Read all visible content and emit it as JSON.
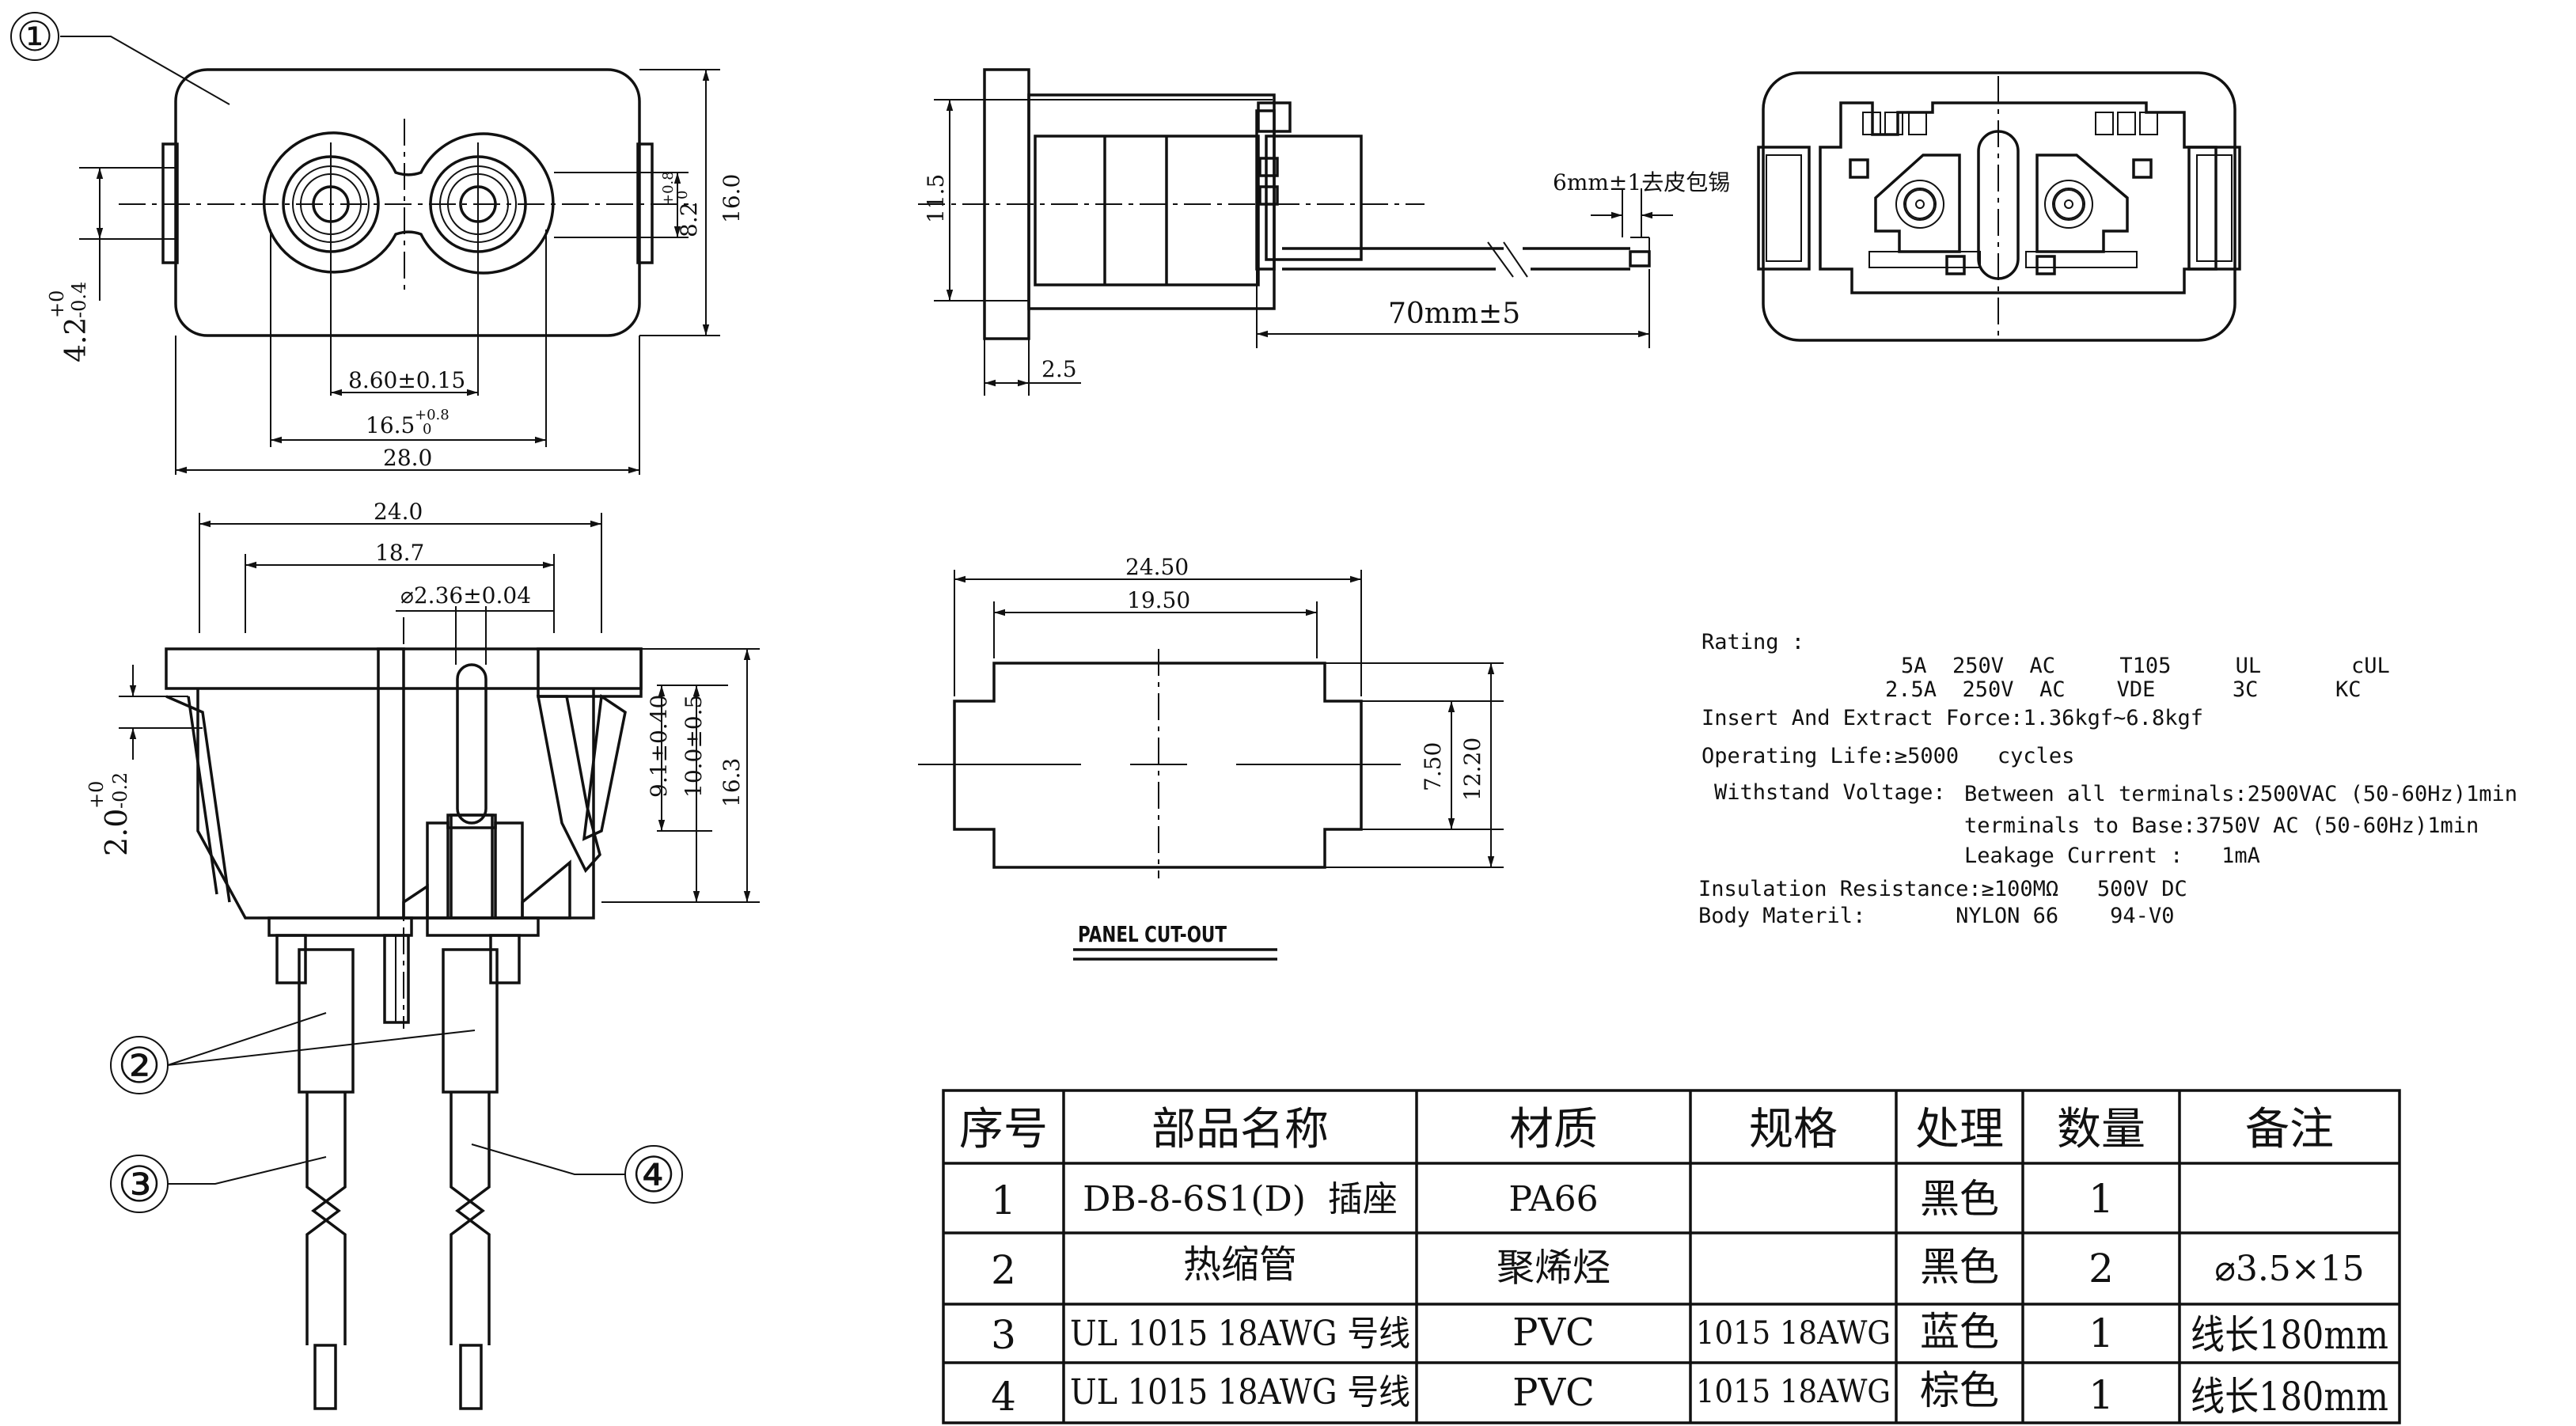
{
  "balloons": {
    "b1": "①",
    "b2": "②",
    "b3": "③",
    "b4": "④"
  },
  "dims": {
    "front_pin_spacing": "8.60±0.15",
    "front_opening_width": "16.5",
    "front_opening_width_tol": "+0.8",
    "front_opening_width_tol_low": "0",
    "front_width": "28.0",
    "front_height": "16.0",
    "front_opening_height": "8.2",
    "front_opening_height_tol": "+0.8",
    "front_opening_height_tol_low": "0",
    "front_flange_thickness": "4.2",
    "front_flange_thickness_tol": "+0",
    "front_flange_thickness_tol_low": "-0.4",
    "side_height": "11.5",
    "side_flange": "2.5",
    "side_wire_length": "70mm±5",
    "side_strip_note": "6mm±1去皮包锡",
    "sec_width_outer": "24.0",
    "sec_width_inner": "18.7",
    "sec_pin_dia": "⌀2.36±0.04",
    "sec_height_1": "9.1±0.40",
    "sec_height_2": "10.0±0.5",
    "sec_height_3": "16.3",
    "sec_latch": "2.0",
    "sec_latch_tol": "+0",
    "sec_latch_tol_low": "-0.2",
    "cut_width_outer": "24.50",
    "cut_width_inner": "19.50",
    "cut_height_inner": "7.50",
    "cut_height_outer": "12.20",
    "cut_label": "PANEL CUT-OUT"
  },
  "specs": {
    "rating_label": "Rating :",
    "rating_row1": "5A  250V  AC     T105     UL       cUL",
    "rating_row2": "2.5A  250V  AC    VDE      3C      KC",
    "insert_force": "Insert And Extract Force:1.36kgf~6.8kgf",
    "operating_life": "Operating Life:≥5000   cycles",
    "withstand_label": "Withstand Voltage:",
    "withstand_1": "Between all terminals:2500VAC (50-60Hz)1min",
    "withstand_2": "terminals to Base:3750V AC (50-60Hz)1min",
    "leakage": "Leakage Current :   1mA",
    "insulation": "Insulation Resistance:≥100MΩ   500V DC",
    "body_material": "Body Materil:       NYLON 66    94-V0"
  },
  "bom": {
    "headers": [
      "序号",
      "部品名称",
      "材质",
      "规格",
      "处理",
      "数量",
      "备注"
    ],
    "rows": [
      [
        "1",
        "DB-8-6S1(D)  插座",
        "PA66",
        "",
        "黑色",
        "1",
        ""
      ],
      [
        "2",
        "热缩管",
        "聚烯烃",
        "",
        "黑色",
        "2",
        "⌀3.5×15"
      ],
      [
        "3",
        "UL 1015 18AWG 号线",
        "PVC",
        "1015 18AWG",
        "蓝色",
        "1",
        "线长180mm"
      ],
      [
        "4",
        "UL 1015 18AWG 号线",
        "PVC",
        "1015 18AWG",
        "棕色",
        "1",
        "线长180mm"
      ]
    ]
  }
}
